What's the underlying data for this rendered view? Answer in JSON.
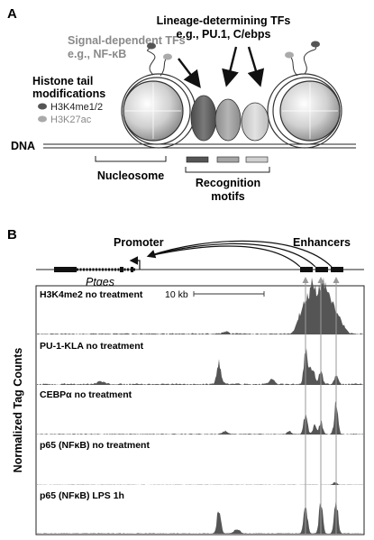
{
  "panelA": {
    "label": "A",
    "signal_tfs": {
      "line1": "Signal-dependent TFs",
      "line2": "e.g., NF-κB"
    },
    "lineage_tfs": {
      "line1": "Lineage-determining TFs",
      "line2": "e.g., PU.1, C/ebps"
    },
    "histone": {
      "line1": "Histone tail",
      "line2": "modifications"
    },
    "legend": [
      {
        "label": "H3K4me1/2",
        "color": "#555555"
      },
      {
        "label": "H3K27ac",
        "color": "#aaaaaa"
      }
    ],
    "dna_label": "DNA",
    "nucleosome_label": "Nucleosome",
    "motifs": {
      "line1": "Recognition",
      "line2": "motifs"
    }
  },
  "panelB": {
    "label": "B",
    "promoter": "Promoter",
    "enhancers": "Enhancers",
    "gene": "Ptges",
    "ylabel": "Normalized Tag Counts",
    "scale": "10 kb",
    "tracks": [
      {
        "label": "H3K4me2 no treatment"
      },
      {
        "label": "PU-1-KLA no treatment"
      },
      {
        "label": "CEBPα no treatment"
      },
      {
        "label": "p65 (NFκB) no treatment"
      },
      {
        "label": "p65 (NFκB) LPS 1h"
      }
    ]
  },
  "colors": {
    "track_fill": "#555555",
    "dark_tf": "#606060",
    "mid_tf": "#9a9a9a",
    "light_tf": "#c8c8c8"
  }
}
